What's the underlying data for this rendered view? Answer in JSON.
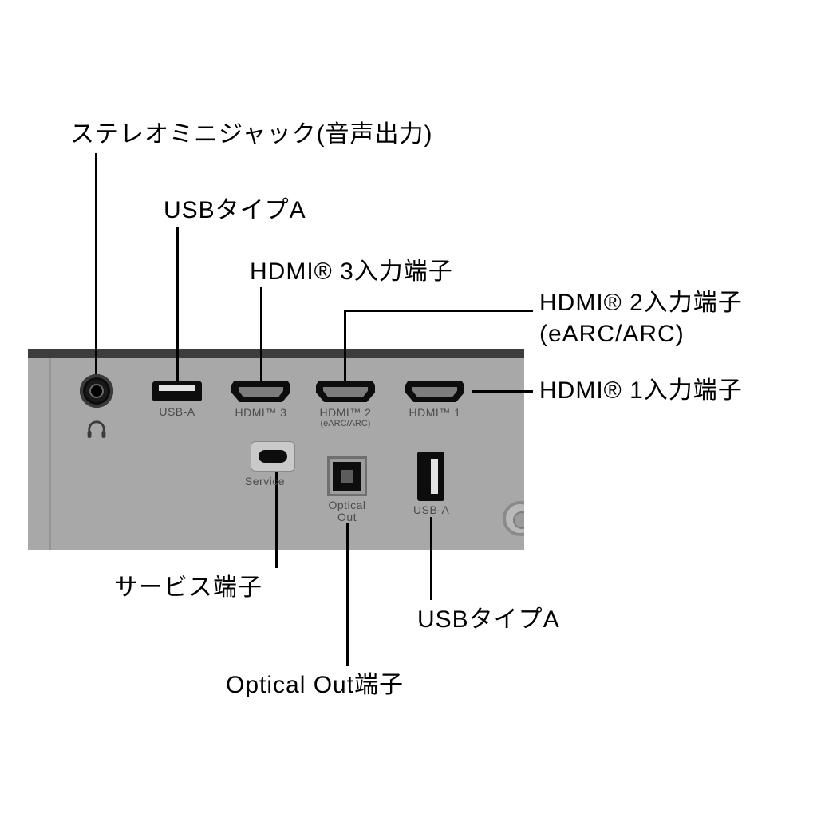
{
  "diagram": {
    "type": "device-rear-panel-port-diagram",
    "callouts": {
      "stereo_minijack": "ステレオミニジャック(音声出力)",
      "usb_a_top": "USBタイプA",
      "hdmi3": "HDMI® 3入力端子",
      "hdmi2_line1": "HDMI® 2入力端子",
      "hdmi2_line2": "(eARC/ARC)",
      "hdmi1": "HDMI® 1入力端子",
      "service": "サービス端子",
      "usb_a_bottom": "USBタイプA",
      "optical_out": "Optical Out端子"
    },
    "panel_labels": {
      "usb_a_top": "USB-A",
      "hdmi3": "HDMI™ 3",
      "hdmi2": "HDMI™ 2",
      "hdmi2_sub": "(eARC/ARC)",
      "hdmi1": "HDMI™ 1",
      "service": "Service",
      "optical_1": "Optical",
      "optical_2": "Out",
      "usb_a_bottom": "USB-A"
    },
    "colors": {
      "background": "#ffffff",
      "panel": "#a8a8a8",
      "panel_top_strip": "#3d3d3d",
      "port_black": "#0d0d0d",
      "panel_label_text": "#4c4c4c",
      "callout_text": "#000000",
      "callout_line": "#000000"
    },
    "icons": {
      "headphone": "headphone-icon"
    }
  }
}
